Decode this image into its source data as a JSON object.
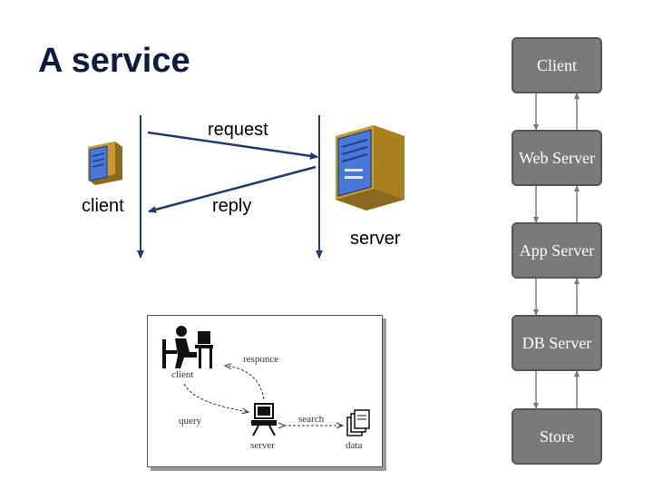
{
  "title": "A service",
  "labels": {
    "request": "request",
    "reply": "reply",
    "client": "client",
    "server": "server"
  },
  "tiers": [
    "Client",
    "Web Server",
    "App Server",
    "DB Server",
    "Store"
  ],
  "inset": {
    "responce": "responce",
    "client": "client",
    "query": "query",
    "search": "search",
    "server": "server",
    "data": "data"
  },
  "colors": {
    "arrow": "#1f3a6e",
    "tier_fill": "#7a7a7a",
    "tier_border": "#555555",
    "tower_blue": "#4a78d8",
    "tower_gold": "#c99a2e"
  },
  "icons": [
    "client-computer-icon",
    "server-tower-icon",
    "person-at-desk-icon",
    "data-store-icon"
  ]
}
